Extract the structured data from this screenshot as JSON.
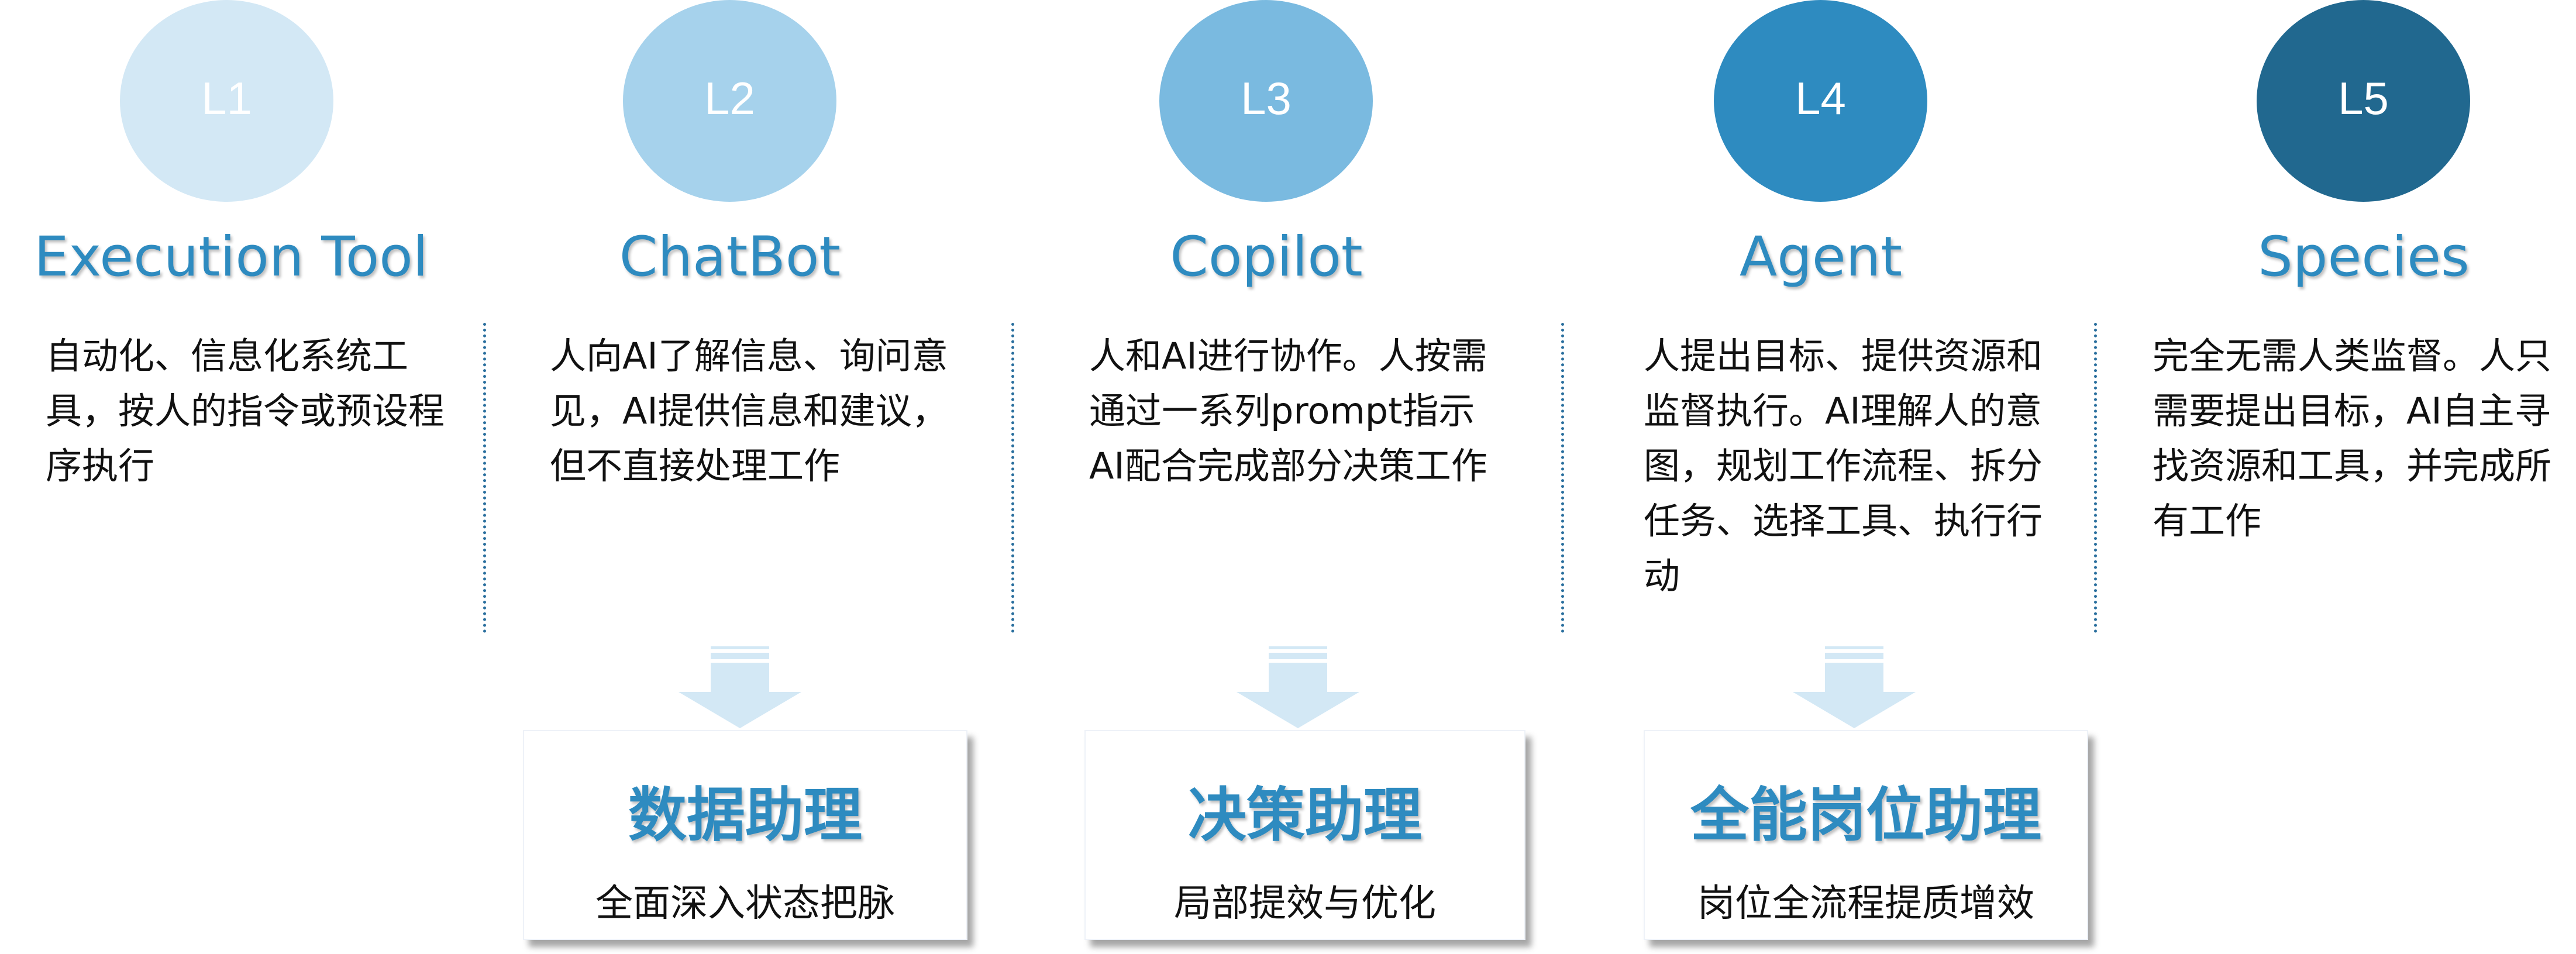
{
  "levels": [
    {
      "badge": "L1",
      "title": "Execution Tool",
      "color": "#d3e8f5",
      "description": "自动化、信息化系统工具，按人的指令或预设程序执行"
    },
    {
      "badge": "L2",
      "title": "ChatBot",
      "color": "#a6d2ec",
      "description": "人向AI了解信息、询问意见，AI提供信息和建议，但不直接处理工作"
    },
    {
      "badge": "L3",
      "title": "Copilot",
      "color": "#7abae0",
      "description": "人和AI进行协作。人按需通过一系列prompt指示AI配合完成部分决策工作"
    },
    {
      "badge": "L4",
      "title": "Agent",
      "color": "#2e8bc0",
      "description": "人提出目标、提供资源和监督执行。AI理解人的意图，规划工作流程、拆分任务、选择工具、执行行动"
    },
    {
      "badge": "L5",
      "title": "Species",
      "color": "#21688f",
      "description": "完全无需人类监督。人只需要提出目标，AI自主寻找资源和工具，并完成所有工作"
    }
  ],
  "outcomes": [
    {
      "title": "数据助理",
      "subtitle": "全面深入状态把脉"
    },
    {
      "title": "决策助理",
      "subtitle": "局部提效与优化"
    },
    {
      "title": "全能岗位助理",
      "subtitle": "岗位全流程提质增效"
    }
  ],
  "colors": {
    "title_blue": "#2e8bc0",
    "arrow": "#d3e8f5",
    "divider": "#2a6f9e"
  }
}
